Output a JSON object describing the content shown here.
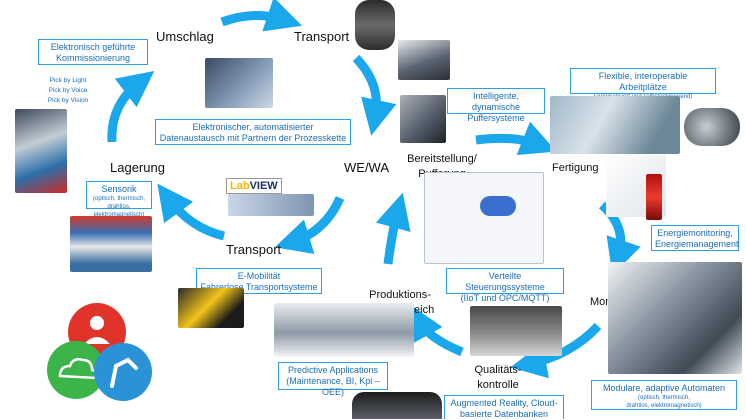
{
  "stations": {
    "umschlag": "Umschlag",
    "transport_top": "Transport",
    "lagerung": "Lagerung",
    "we_wa": "WE/WA",
    "transport_bottom": "Transport",
    "bereitstellung_1": "Bereitstellung/",
    "bereitstellung_2": "Pufferung",
    "fertigung": "Fertigung",
    "montage": "Montage",
    "produktion_1": "Produktions-",
    "produktion_2": "datenabgleich",
    "qualitaet_1": "Qualitäts-",
    "qualitaet_2": "kontrolle"
  },
  "boxes": {
    "kommissionierung": [
      "Elektronisch geführte",
      "Kommissionierung"
    ],
    "puffersysteme": [
      "Intelligente, dynamische",
      "Puffersysteme"
    ],
    "arbeitsplaetze_1": "Flexible, interoperable Arbeitplätze",
    "arbeitsplaetze_2": "(automatisiert und selbstoptimierend)",
    "datenaustausch": [
      "Elektronischer, automatisierter",
      "Datenaustausch mit Partnern der Prozesskette"
    ],
    "sensorik_title": "Sensorik",
    "sensorik_sub": [
      "(optisch, thermisch,",
      "drahtlos, elektromagnetisch)"
    ],
    "emobilitaet": [
      "E-Mobilität",
      "Fahrerlose Transportsysteme"
    ],
    "energie": [
      "Energiemonitoring,",
      "Energiemanagement"
    ],
    "steuerung": [
      "Verteilte Steuerungssysteme",
      "(IIoT und OPC/MQTT)"
    ],
    "predictive": [
      "Predictive Applications",
      "(Maintenance, BI, Kpi – OEE)"
    ],
    "augmented": [
      "Augmented Reality, Cloud-",
      "basierte Datenbanken"
    ],
    "automaten_title": "Modulare, adaptive Automaten",
    "automaten_sub": [
      "(optisch, thermisch,",
      "drahtlos, elektromagnetisch)"
    ]
  },
  "pick": [
    "Pick by Light",
    "Pick by Voice",
    "Pick by Vision"
  ],
  "logo": {
    "lab": "Lab",
    "view": "VIEW"
  },
  "colors": {
    "arrow": "#1aa7ec",
    "box_border": "#2f9de0",
    "box_text": "#1a6fb8"
  }
}
